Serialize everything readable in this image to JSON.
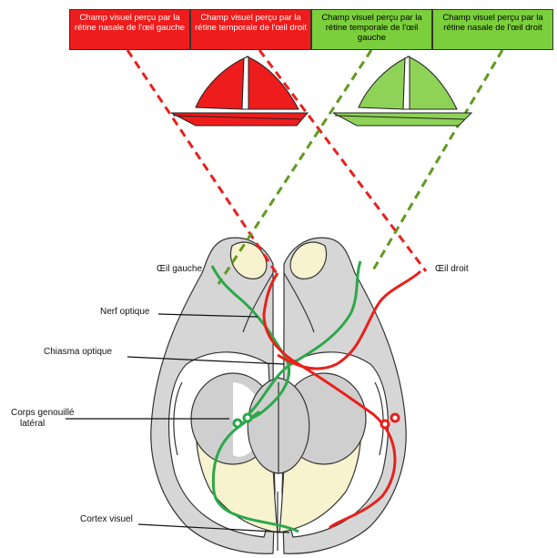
{
  "boxes": [
    {
      "text": "Champ visuel perçu par la rétine nasale de l'œil gauche",
      "color": "#ee1c1c"
    },
    {
      "text": "Champ visuel perçu par la rétine temporale de l'œil droit",
      "color": "#ee1c1c"
    },
    {
      "text": "Champ visuel perçu par la rétine temporale de l'œil gauche",
      "color": "#7ccf3c"
    },
    {
      "text": "Champ visuel perçu par la rétine nasale de l'œil droit",
      "color": "#7ccf3c"
    }
  ],
  "labels": {
    "left_eye": "Œil gauche",
    "right_eye": "Œil droit",
    "optic_nerve": "Nerf optique",
    "chiasm": "Chiasma optique",
    "lgn_line1": "Corps genouillé",
    "lgn_line2": "latéral",
    "visual_cortex": "Cortex visuel"
  },
  "colors": {
    "red_path": "#e8201c",
    "green_path": "#2ba84a",
    "red_sail": "#ee1c1c",
    "green_sail": "#8ed257",
    "brain_fill": "#d6d6d6",
    "cream": "#f8f3cf"
  }
}
